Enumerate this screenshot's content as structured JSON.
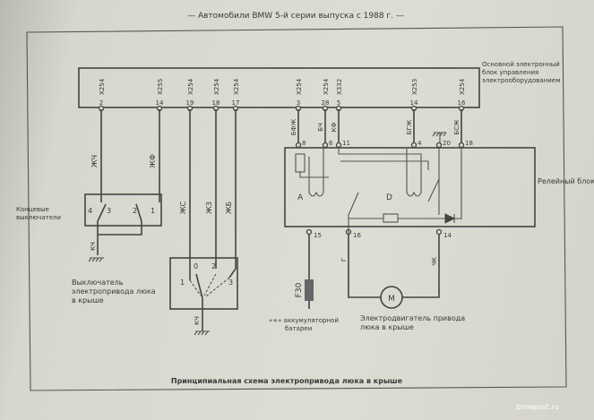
{
  "header": "— Автомобили BMW 5-й серии выпуска с 1988 г. —",
  "ecu": {
    "label": [
      "Основной электронный",
      "блок управления",
      "электрооборудованием"
    ],
    "pins": [
      {
        "conn": "X254",
        "num": "2"
      },
      {
        "conn": "X255",
        "num": "14"
      },
      {
        "conn": "X254",
        "num": "19"
      },
      {
        "conn": "X254",
        "num": "18"
      },
      {
        "conn": "X254",
        "num": "17"
      },
      {
        "conn": "X254",
        "num": "3"
      },
      {
        "conn": "X254",
        "num": "28"
      },
      {
        "conn": "X332",
        "num": "5"
      },
      {
        "conn": "X253",
        "num": "14"
      },
      {
        "conn": "X254",
        "num": "16"
      }
    ]
  },
  "wires": {
    "w1": "ЖЧ",
    "w2": "ЖФ",
    "w3": "ЖС",
    "w4": "ЖЗ",
    "w5": "ЖБ",
    "w6": "БФЖ",
    "w7": "БЧ",
    "w8": "КФ",
    "w9": "БГЖ",
    "w10": "БСЖ",
    "g": "Г",
    "chk": "ЧК",
    "kch1": "КЧ",
    "kch2": "КЧ"
  },
  "relay": {
    "label": "Релейный блок",
    "coil_a": "A",
    "coil_d": "D",
    "top_pins": [
      "8",
      "6",
      "11",
      "4",
      "20",
      "18"
    ],
    "bottom_pins": [
      "15",
      "16",
      "14"
    ]
  },
  "limit_switches": {
    "label": [
      "Концевые",
      "выключатели"
    ],
    "pins": [
      "4",
      "3",
      "2",
      "1"
    ]
  },
  "roof_switch": {
    "label": [
      "Выключатель",
      "электропривода люка",
      "в крыше"
    ],
    "pins": [
      "0",
      "1",
      "2",
      "3"
    ]
  },
  "fuse": "F30",
  "battery": [
    "«+» аккумуляторной",
    "батареи"
  ],
  "motor": {
    "symbol": "M",
    "label": [
      "Электродвигатель привода",
      "люка в крыше"
    ]
  },
  "caption": "Принципиальная схема электропривода люка в крыше",
  "watermark": "bmwpost.ru"
}
